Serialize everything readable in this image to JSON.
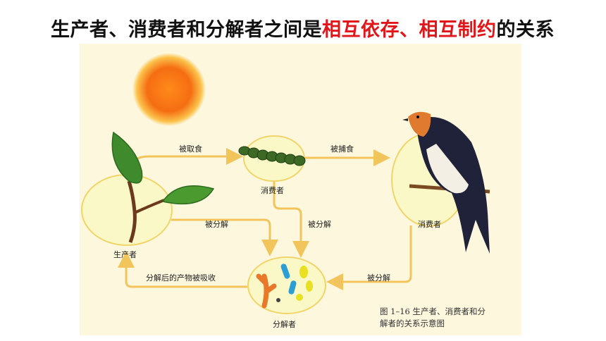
{
  "title": {
    "part1": "生产者、消费者和分解者之间是",
    "highlight1": "相互依存、相互制约",
    "part2": "的关系",
    "highlight_color": "#e0161b"
  },
  "diagram": {
    "producer_label": "生产者",
    "consumer_caterpillar_label": "消费者",
    "consumer_swallow_label": "消费者",
    "decomposer_label": "分解者",
    "arrow_eaten": "被取食",
    "arrow_preyed": "被捕食",
    "arrow_decomposed_1": "被分解",
    "arrow_decomposed_2": "被分解",
    "arrow_decomposed_3": "被分解",
    "arrow_absorbed": "分解后的产物被吸收",
    "caption_line1": "图 1–16  生产者、消费者和分",
    "caption_line2": "解者的关系示意图"
  },
  "icons": [
    "sun-icon",
    "leaf-plant-icon",
    "caterpillar-icon",
    "swallow-icon",
    "microbes-icon"
  ]
}
